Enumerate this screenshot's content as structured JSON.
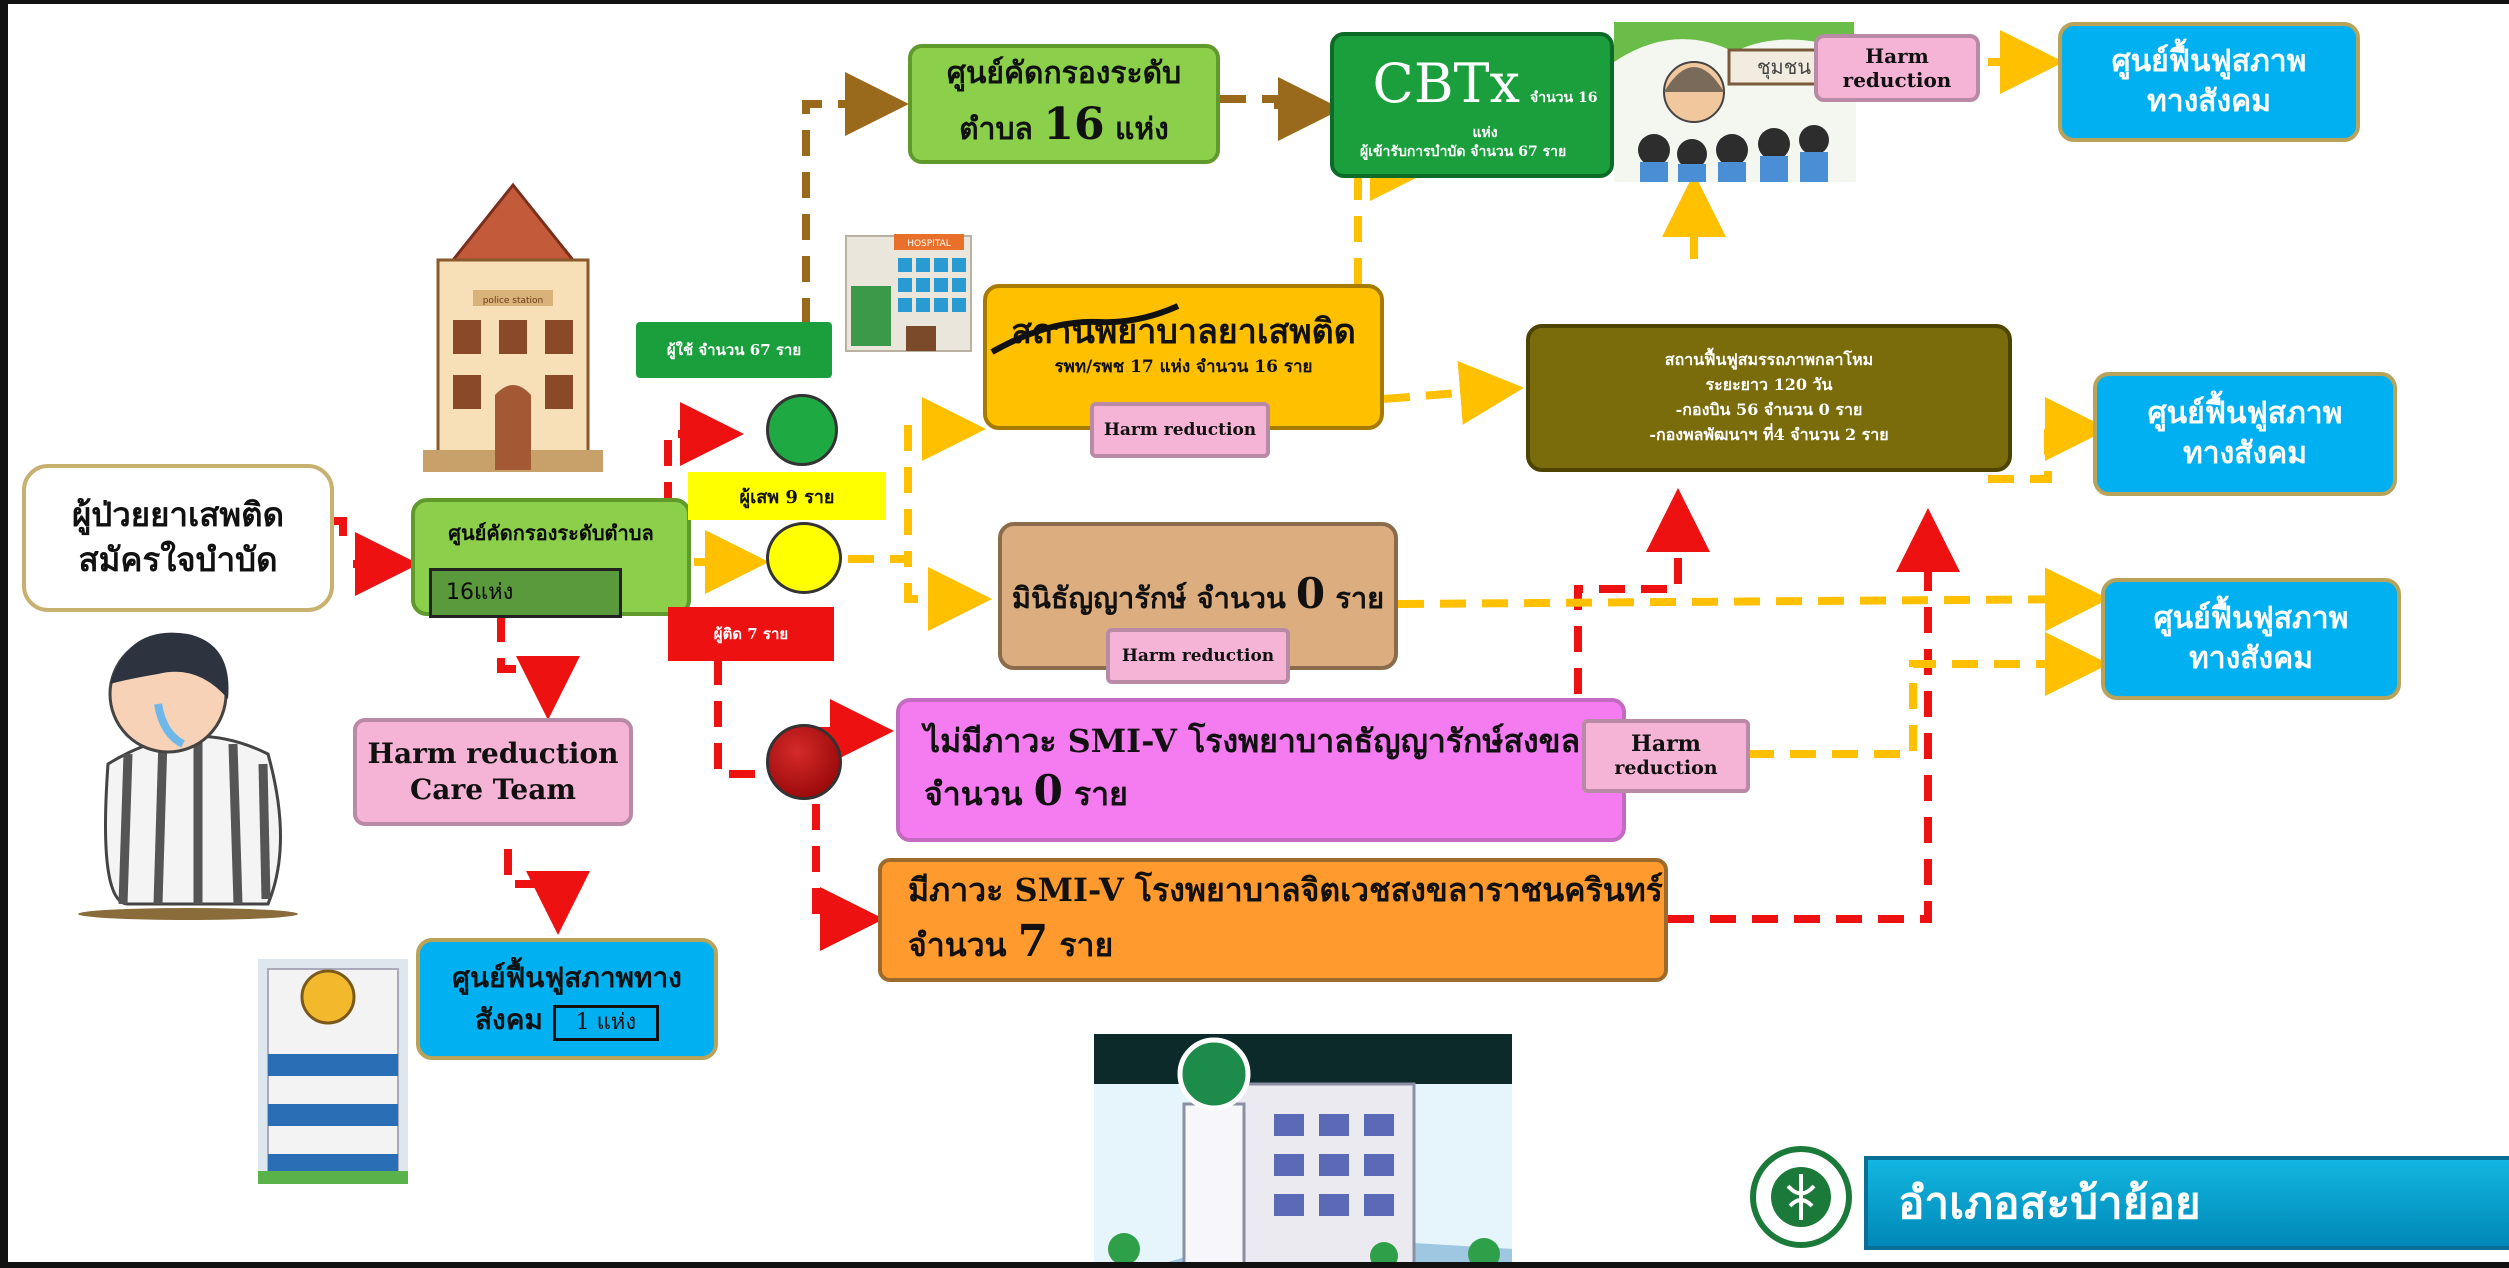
{
  "colors": {
    "arrow_gold": "#ffc000",
    "arrow_brown": "#9a6a1c",
    "arrow_red": "#ee1111",
    "green_light": "#1fa943",
    "yellow_light": "#ffff00",
    "red_light": "#c0000a",
    "banner": "#00a6cf"
  },
  "boxes": {
    "patient": {
      "line1": "ผู้ป่วยยาเสพติด",
      "line2": "สมัครใจบำบัด"
    },
    "screening_tambon": {
      "title": "ศูนย์คัดกรองระดับตำบล",
      "count": "16แห่ง"
    },
    "screening_16": {
      "line1": "ศูนย์คัดกรองระดับ",
      "line2_prefix": "ตำบล ",
      "line2_num": "16",
      "line2_suffix": " แห่ง"
    },
    "cbtx": {
      "title": "CBTx",
      "sub1": "จำนวน 16 แห่ง",
      "sub2": "ผู้เข้ารับการบำบัด จำนวน  67 ราย"
    },
    "hospital_drug": {
      "title": "สถานพยาบาลยาเสพติด",
      "sub": "รพท/รพช 17 แห่ง จำนวน  16 ราย",
      "harm": "Harm reduction"
    },
    "rehab_center": {
      "l1": "สถานฟื้นฟูสมรรถภาพกลาโหม",
      "l2": "ระยะยาว 120 วัน",
      "l3": "-กองบิน 56 จำนวน 0 ราย",
      "l4": "-กองพลพัฒนาฯ ที่4 จำนวน 2 ราย"
    },
    "mini_tanya": {
      "prefix": "มินิธัญญารักษ์ จำนวน ",
      "num": "0",
      "suffix": " ราย",
      "harm": "Harm reduction"
    },
    "no_smiv": {
      "l1": "ไม่มีภาวะ SMI-V โรงพยาบาลธัญญารักษ์สงขลา",
      "l2_prefix": "จำนวน ",
      "l2_num": "0",
      "l2_suffix": " ราย"
    },
    "harm_reduction_mid": {
      "l1": "Harm",
      "l2": "reduction"
    },
    "smiv": {
      "l1": "มีภาวะ SMI-V โรงพยาบาลจิตเวชสงขลาราชนครินทร์",
      "l2_prefix": "จำนวน ",
      "l2_num": "7",
      "l2_suffix": " ราย"
    },
    "harm_care_team": {
      "l1": "Harm reduction",
      "l2": "Care Team"
    },
    "social_rehab_bottom": {
      "l1": "ศูนย์ฟื้นฟูสภาพทาง",
      "l2": "สังคม",
      "count": "1 แห่ง"
    },
    "social_rehab_1": {
      "l1": "ศูนย์ฟื้นฟูสภาพ",
      "l2": "ทางสังคม"
    },
    "social_rehab_2": {
      "l1": "ศูนย์ฟื้นฟูสภาพ",
      "l2": "ทางสังคม"
    },
    "social_rehab_3": {
      "l1": "ศูนย์ฟื้นฟูสภาพ",
      "l2": "ทางสังคม"
    },
    "harm_reduction_top": {
      "l1": "Harm",
      "l2": "reduction"
    }
  },
  "tags": {
    "users": "ผู้ใช้  จำนวน 67 ราย",
    "abusers": "ผู้เสพ 9  ราย",
    "addicts": "ผู้ติด 7 ราย"
  },
  "images": {
    "hospital_sign": "HOSPITAL",
    "police_sign": "police station",
    "community_sign": "ชุมชน"
  },
  "footer": {
    "district": "อำเภอสะบ้าย้อย"
  }
}
